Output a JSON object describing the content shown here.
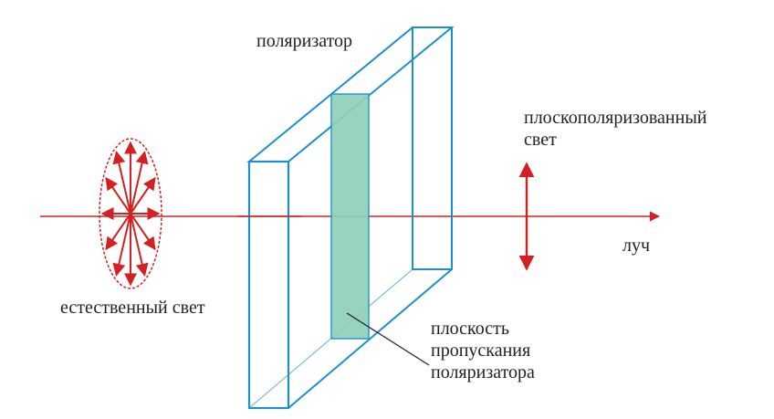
{
  "labels": {
    "polarizer": "поляризатор",
    "polarized_light_line1": "плоскополяризованный",
    "polarized_light_line2": "свет",
    "ray": "луч",
    "natural_light": "естественный свет",
    "plane_line1": "плоскость",
    "plane_line2": "пропускания",
    "plane_line3": "поляризатора"
  },
  "colors": {
    "ray": "#d42020",
    "polarizer_edge": "#1d8fcc",
    "transmission_plane_fill": "#8fd0b8",
    "transmission_plane_edge": "#1d8fcc",
    "label_text": "#222222",
    "pointer_line": "#222222"
  },
  "natural_light_arrow_count": 12
}
